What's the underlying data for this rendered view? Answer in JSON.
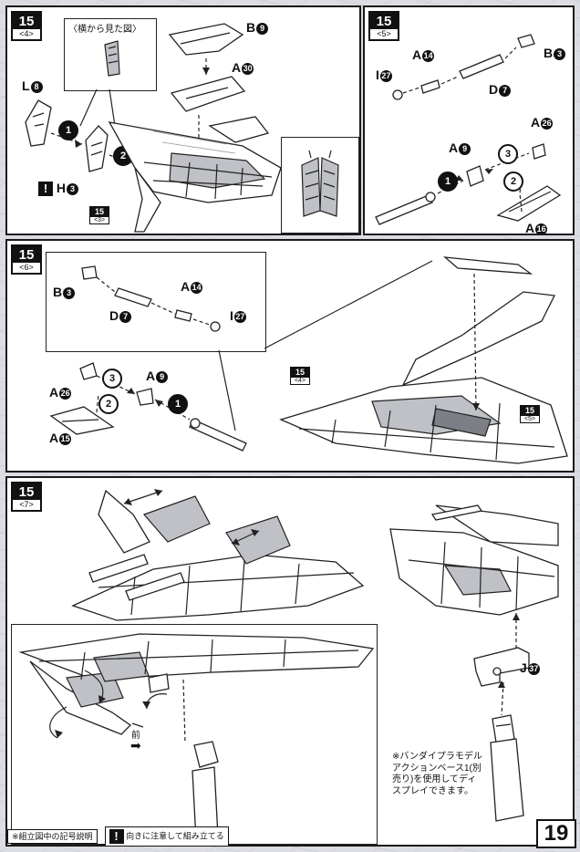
{
  "step4": {
    "number": "15",
    "sub": "<4>",
    "side_view_label": "〈横から見た図〉",
    "warn_glyph": "!",
    "labels": [
      {
        "letter": "B",
        "num": "9"
      },
      {
        "letter": "A",
        "num": "30"
      },
      {
        "letter": "L",
        "num": "8"
      },
      {
        "letter": "H",
        "num": "3"
      }
    ],
    "markers": [
      "1",
      "2"
    ],
    "ref": {
      "number": "15",
      "sub": "<3>"
    }
  },
  "step5": {
    "number": "15",
    "sub": "<5>",
    "labels": [
      {
        "letter": "B",
        "num": "3"
      },
      {
        "letter": "A",
        "num": "14"
      },
      {
        "letter": "I",
        "num": "27"
      },
      {
        "letter": "D",
        "num": "7"
      },
      {
        "letter": "A",
        "num": "26"
      },
      {
        "letter": "A",
        "num": "9"
      },
      {
        "letter": "A",
        "num": "16"
      }
    ],
    "markers": [
      "1",
      "2",
      "3"
    ]
  },
  "step6": {
    "number": "15",
    "sub": "<6>",
    "labels": [
      {
        "letter": "B",
        "num": "3"
      },
      {
        "letter": "A",
        "num": "14"
      },
      {
        "letter": "D",
        "num": "7"
      },
      {
        "letter": "I",
        "num": "27"
      },
      {
        "letter": "A",
        "num": "9"
      },
      {
        "letter": "A",
        "num": "26"
      },
      {
        "letter": "A",
        "num": "15"
      }
    ],
    "markers": [
      "1",
      "2",
      "3"
    ],
    "refs": [
      {
        "number": "15",
        "sub": "<4>"
      },
      {
        "number": "15",
        "sub": "<5>"
      }
    ]
  },
  "step7": {
    "number": "15",
    "sub": "<7>",
    "front_label": "前",
    "labels": [
      {
        "letter": "J",
        "num": "37"
      }
    ],
    "note": "※バンダイプラモデルアクションベース1(別売り)を使用してディスプレイできます。"
  },
  "footer": {
    "legend_left": "※組立図中の記号説明",
    "legend_right": "向きに注意して組み立てる",
    "page_number": "19"
  }
}
